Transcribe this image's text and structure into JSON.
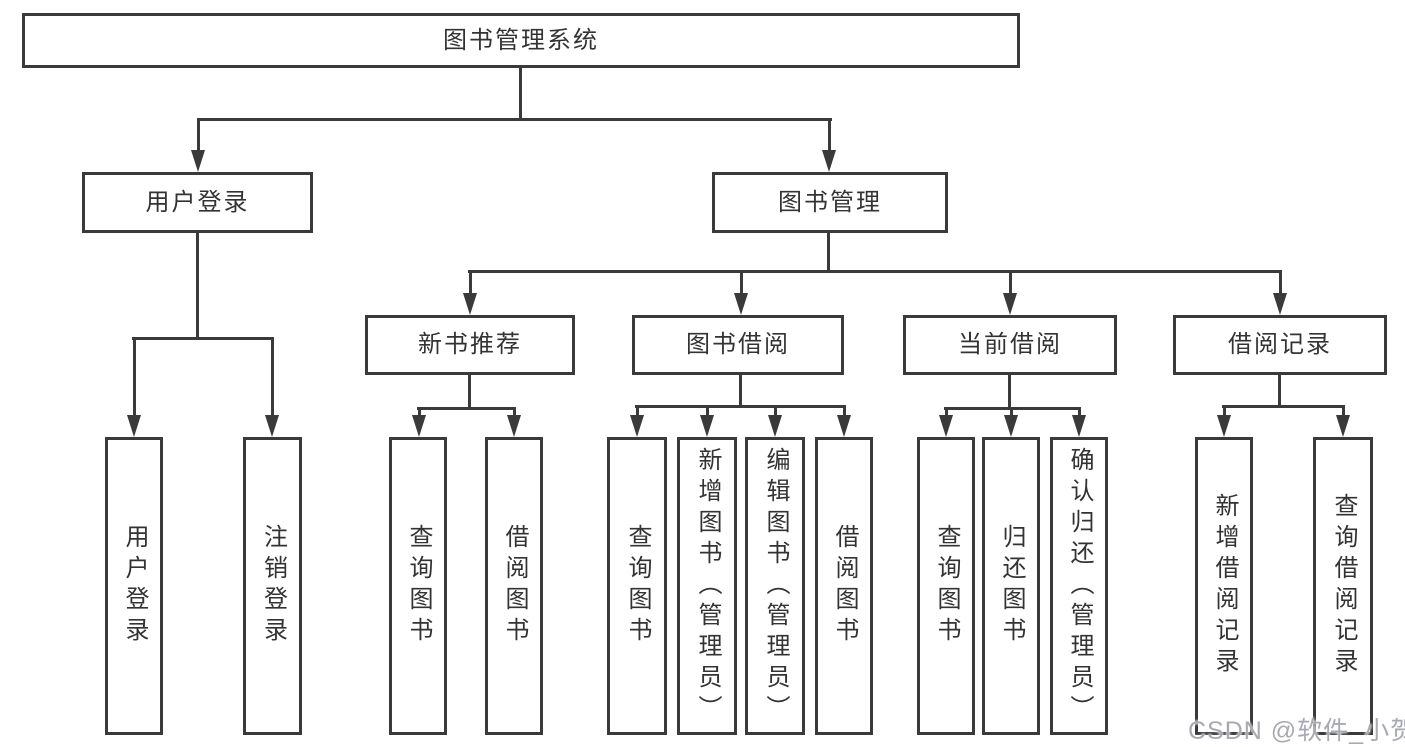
{
  "root": {
    "label": "图书管理系统"
  },
  "level2": [
    {
      "label": "用户登录"
    },
    {
      "label": "图书管理"
    }
  ],
  "level3": [
    {
      "label": "新书推荐"
    },
    {
      "label": "图书借阅"
    },
    {
      "label": "当前借阅"
    },
    {
      "label": "借阅记录"
    }
  ],
  "leaves": {
    "user_login": [
      {
        "label": "用户登录"
      },
      {
        "label": "注销登录"
      }
    ],
    "new_book_rec": [
      {
        "label": "查询图书"
      },
      {
        "label": "借阅图书"
      }
    ],
    "book_borrow": [
      {
        "label": "查询图书"
      },
      {
        "label": "新增图书（管理员）"
      },
      {
        "label": "编辑图书（管理员）"
      },
      {
        "label": "借阅图书"
      }
    ],
    "current_borrow": [
      {
        "label": "查询图书"
      },
      {
        "label": "归还图书"
      },
      {
        "label": "确认归还（管理员）"
      }
    ],
    "borrow_record": [
      {
        "label": "新增借阅记录"
      },
      {
        "label": "查询借阅记录"
      }
    ]
  },
  "watermark": {
    "text": "CSDN @软件_小贺同学"
  },
  "colors": {
    "line": "#3a3a3a",
    "text": "#333333",
    "watermark_gray": "#a9a9b2",
    "background": "#ffffff"
  }
}
